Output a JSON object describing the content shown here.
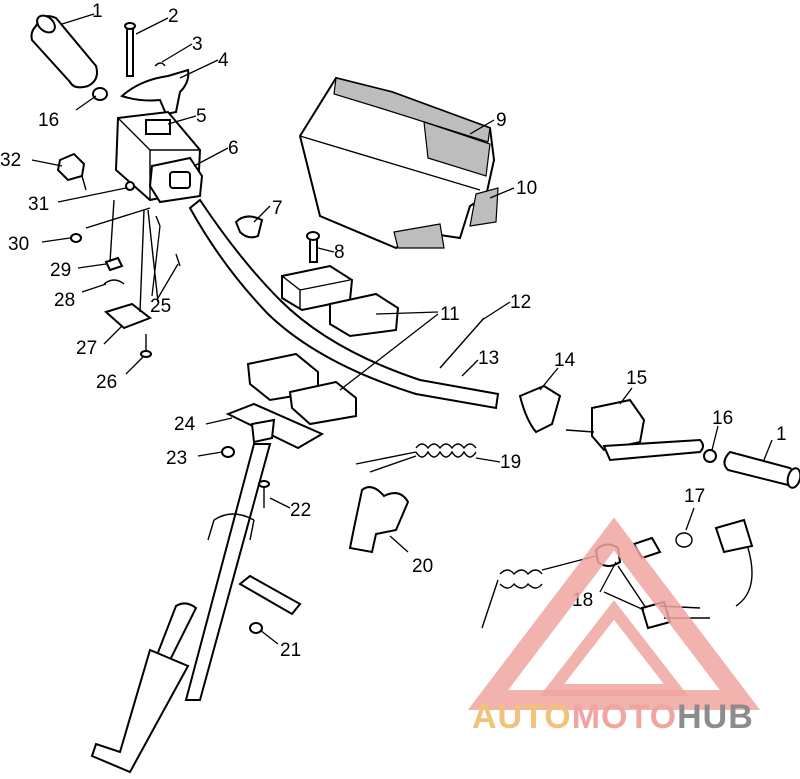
{
  "callouts": [
    {
      "id": "c1a",
      "text": "1"
    },
    {
      "id": "c2",
      "text": "2"
    },
    {
      "id": "c3",
      "text": "3"
    },
    {
      "id": "c4",
      "text": "4"
    },
    {
      "id": "c16a",
      "text": "16"
    },
    {
      "id": "c5",
      "text": "5"
    },
    {
      "id": "c6",
      "text": "6"
    },
    {
      "id": "c32",
      "text": "32"
    },
    {
      "id": "c31",
      "text": "31"
    },
    {
      "id": "c30",
      "text": "30"
    },
    {
      "id": "c29",
      "text": "29"
    },
    {
      "id": "c28",
      "text": "28"
    },
    {
      "id": "c25",
      "text": "25"
    },
    {
      "id": "c27",
      "text": "27"
    },
    {
      "id": "c26",
      "text": "26"
    },
    {
      "id": "c7",
      "text": "7"
    },
    {
      "id": "c8",
      "text": "8"
    },
    {
      "id": "c9",
      "text": "9"
    },
    {
      "id": "c10",
      "text": "10"
    },
    {
      "id": "c11",
      "text": "11"
    },
    {
      "id": "c12",
      "text": "12"
    },
    {
      "id": "c13",
      "text": "13"
    },
    {
      "id": "c14",
      "text": "14"
    },
    {
      "id": "c15",
      "text": "15"
    },
    {
      "id": "c16b",
      "text": "16"
    },
    {
      "id": "c1b",
      "text": "1"
    },
    {
      "id": "c24",
      "text": "24"
    },
    {
      "id": "c23",
      "text": "23"
    },
    {
      "id": "c19",
      "text": "19"
    },
    {
      "id": "c22",
      "text": "22"
    },
    {
      "id": "c17",
      "text": "17"
    },
    {
      "id": "c20",
      "text": "20"
    },
    {
      "id": "c18",
      "text": "18"
    },
    {
      "id": "c21",
      "text": "21"
    }
  ],
  "watermark": {
    "part1": "AUTO",
    "part2": "MOTO",
    "part3": "HUB",
    "color1": "#f2c27a",
    "color2": "#f0a5a0",
    "color3": "#8c8c8c"
  }
}
